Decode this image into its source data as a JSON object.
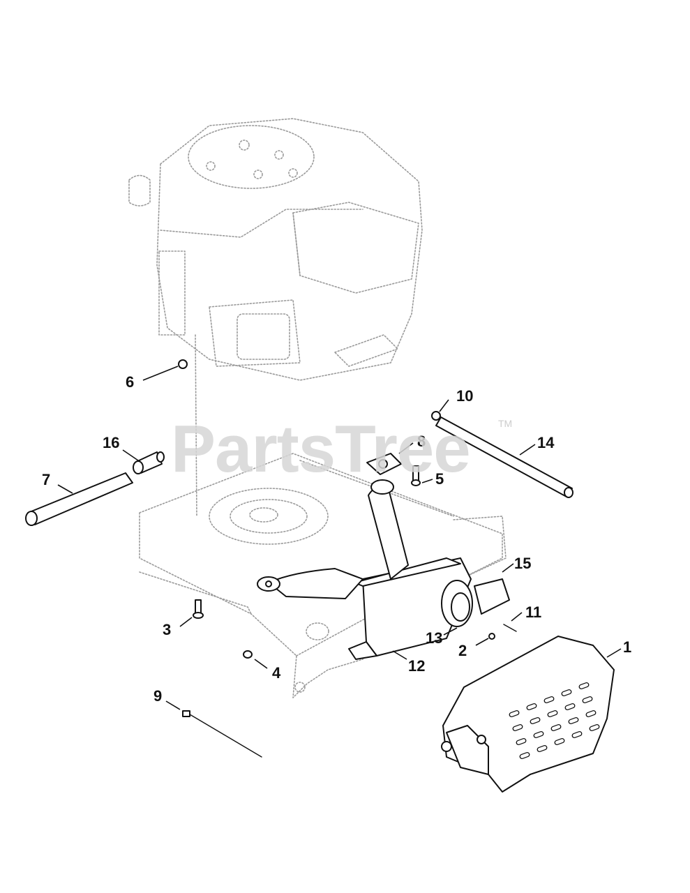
{
  "watermark": {
    "text": "PartsTree",
    "trademark": "TM"
  },
  "callouts": {
    "c1": "1",
    "c2": "2",
    "c3": "3",
    "c4": "4",
    "c5": "5",
    "c6": "6",
    "c7": "7",
    "c8": "8",
    "c9": "9",
    "c10": "10",
    "c11": "11",
    "c12": "12",
    "c13": "13",
    "c14": "14",
    "c15": "15",
    "c16": "16"
  },
  "colors": {
    "ink": "#111111",
    "ghost_lines": "#9a9a9a",
    "watermark": "#d6d6d6",
    "background": "#ffffff"
  }
}
